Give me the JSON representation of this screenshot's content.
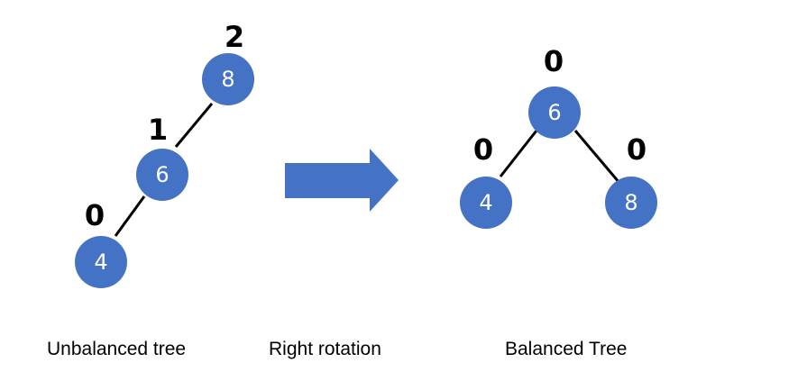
{
  "colors": {
    "node_fill": "#4472c4",
    "arrow_fill": "#4472c4",
    "edge": "#000000"
  },
  "arrow_icon": "right-arrow",
  "unbalanced_tree": {
    "nodes": [
      {
        "id": "n8",
        "value": "8",
        "balance": "2"
      },
      {
        "id": "n6",
        "value": "6",
        "balance": "1"
      },
      {
        "id": "n4",
        "value": "4",
        "balance": "0"
      }
    ],
    "edges": [
      [
        "n8",
        "n6"
      ],
      [
        "n6",
        "n4"
      ]
    ]
  },
  "balanced_tree": {
    "nodes": [
      {
        "id": "n6",
        "value": "6",
        "balance": "0"
      },
      {
        "id": "n4",
        "value": "4",
        "balance": "0"
      },
      {
        "id": "n8",
        "value": "8",
        "balance": "0"
      }
    ],
    "edges": [
      [
        "n6",
        "n4"
      ],
      [
        "n6",
        "n8"
      ]
    ]
  },
  "captions": {
    "unbalanced": "Unbalanced tree",
    "rotation": "Right rotation",
    "balanced": "Balanced Tree"
  }
}
